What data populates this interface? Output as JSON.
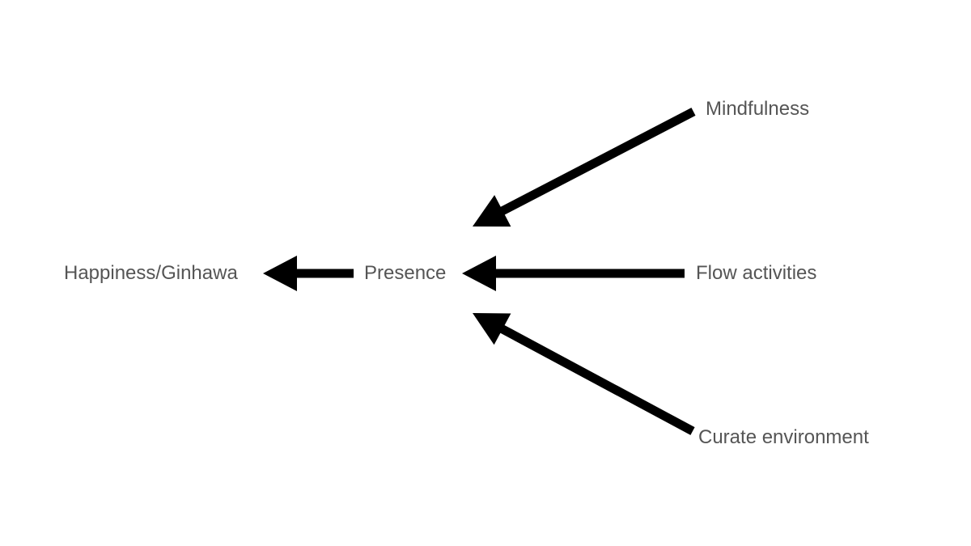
{
  "diagram": {
    "background_color": "#ffffff",
    "text_color": "#555555",
    "arrow_color": "#000000",
    "nodes": {
      "happiness": "Happiness/Ginhawa",
      "presence": "Presence",
      "mindfulness": "Mindfulness",
      "flow": "Flow activities",
      "curate": "Curate environment"
    },
    "edges": [
      {
        "from": "presence",
        "to": "happiness"
      },
      {
        "from": "mindfulness",
        "to": "presence"
      },
      {
        "from": "flow",
        "to": "presence"
      },
      {
        "from": "curate",
        "to": "presence"
      }
    ]
  }
}
